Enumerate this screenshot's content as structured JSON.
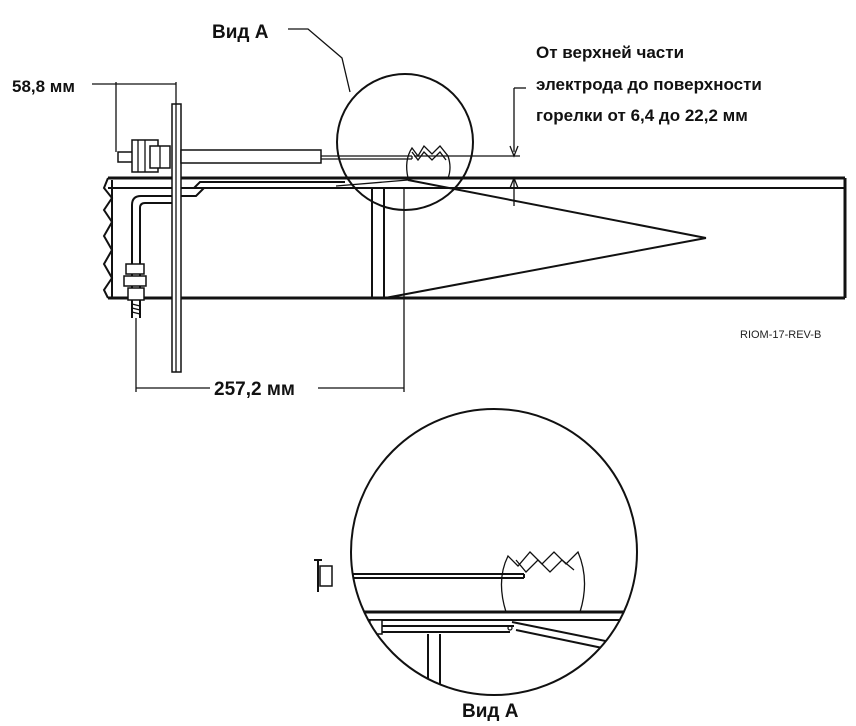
{
  "labels": {
    "view_top": "Вид A",
    "view_bottom": "Вид A",
    "dim_left": "58,8 мм",
    "dim_bottom": "257,2 мм",
    "note_line1": "От верхней части",
    "note_line2": "электрода до поверхности",
    "note_line3": "горелки от 6,4 до 22,2 мм",
    "drawing_id": "RIOM-17-REV-B"
  },
  "colors": {
    "line": "#111111",
    "background": "#ffffff"
  }
}
